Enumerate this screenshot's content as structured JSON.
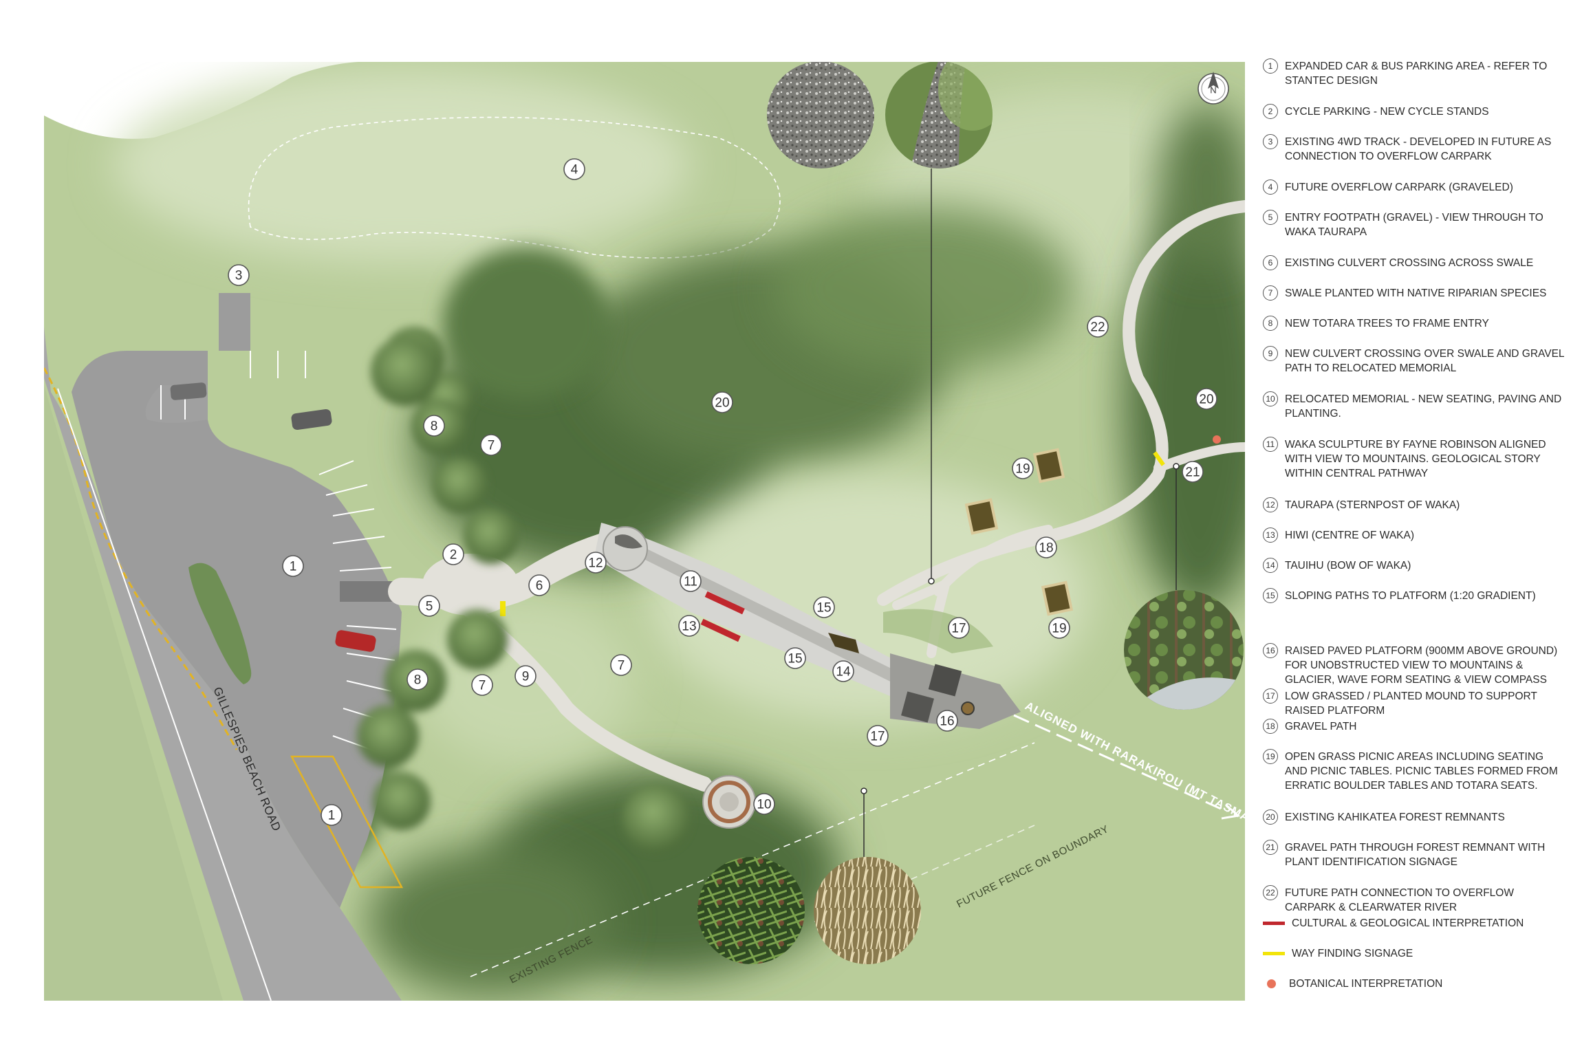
{
  "legend": {
    "items": [
      {
        "num": "1",
        "text": "EXPANDED CAR & BUS PARKING AREA - REFER TO STANTEC DESIGN"
      },
      {
        "num": "2",
        "text": "CYCLE PARKING - NEW CYCLE STANDS"
      },
      {
        "num": "3",
        "text": "EXISTING 4WD TRACK - DEVELOPED IN FUTURE AS CONNECTION TO OVERFLOW CARPARK"
      },
      {
        "num": "4",
        "text": "FUTURE OVERFLOW CARPARK (GRAVELED)"
      },
      {
        "num": "5",
        "text": "ENTRY FOOTPATH (GRAVEL) - VIEW THROUGH TO WAKA TAURAPA"
      },
      {
        "num": "6",
        "text": "EXISTING CULVERT CROSSING ACROSS SWALE"
      },
      {
        "num": "7",
        "text": "SWALE PLANTED WITH NATIVE RIPARIAN SPECIES"
      },
      {
        "num": "8",
        "text": "NEW TOTARA TREES TO FRAME ENTRY"
      },
      {
        "num": "9",
        "text": "NEW  CULVERT CROSSING OVER SWALE  AND GRAVEL PATH TO RELOCATED MEMORIAL"
      },
      {
        "num": "10",
        "text": "RELOCATED MEMORIAL - NEW SEATING, PAVING AND PLANTING."
      },
      {
        "num": "11",
        "text": "WAKA SCULPTURE BY FAYNE ROBINSON ALIGNED WITH VIEW TO MOUNTAINS. GEOLOGICAL STORY WITHIN CENTRAL PATHWAY"
      },
      {
        "num": "12",
        "text": "TAURAPA (STERNPOST OF WAKA)"
      },
      {
        "num": "13",
        "text": "HIWI (CENTRE OF WAKA)"
      },
      {
        "num": "14",
        "text": "TAUIHU (BOW OF WAKA)"
      },
      {
        "num": "15",
        "text": "SLOPING PATHS TO PLATFORM (1:20 GRADIENT)"
      },
      {
        "num": "16",
        "text": "RAISED PAVED PLATFORM (900mm ABOVE GROUND) FOR UNOBSTRUCTED VIEW TO MOUNTAINS & GLACIER, WAVE FORM SEATING & VIEW COMPASS"
      },
      {
        "num": "17",
        "text": "LOW GRASSED / PLANTED MOUND TO SUPPORT RAISED PLATFORM"
      },
      {
        "num": "18",
        "text": "GRAVEL PATH"
      },
      {
        "num": "19",
        "text": "OPEN GRASS PICNIC AREAS INCLUDING SEATING AND PICNIC TABLES. PICNIC TABLES FORMED FROM ERRATIC BOULDER TABLES AND TOTARA SEATS."
      },
      {
        "num": "20",
        "text": "EXISTING KAHIKATEA FOREST REMNANTS"
      },
      {
        "num": "21",
        "text": "GRAVEL PATH THROUGH FOREST REMNANT WITH PLANT IDENTIFICATION SIGNAGE"
      },
      {
        "num": "22",
        "text": "FUTURE PATH CONNECTION TO OVERFLOW CARPARK & CLEARWATER RIVER"
      }
    ],
    "symbols": [
      {
        "kind": "line",
        "color": "#c0272d",
        "text": "CULTURAL & GEOLOGICAL INTERPRETATION"
      },
      {
        "kind": "line",
        "color": "#f2e40a",
        "text": "WAY FINDING SIGNAGE"
      },
      {
        "kind": "dot",
        "color": "#e8735a",
        "text": "BOTANICAL INTERPRETATION"
      }
    ]
  },
  "map": {
    "north_label": "N",
    "road_label": "GILLESPIES BEACH ROAD",
    "existing_fence_label": "EXISTING FENCE",
    "future_fence_label": "FUTURE FENCE ON BOUNDARY",
    "alignment_label": "ALIGNED WITH RARAKIROU (MT TASMAN)",
    "markers": [
      {
        "label": "1",
        "id": "marker-1a"
      },
      {
        "label": "1",
        "id": "marker-1b"
      },
      {
        "label": "2",
        "id": "marker-2"
      },
      {
        "label": "3",
        "id": "marker-3"
      },
      {
        "label": "4",
        "id": "marker-4"
      },
      {
        "label": "5",
        "id": "marker-5"
      },
      {
        "label": "6",
        "id": "marker-6"
      },
      {
        "label": "7",
        "id": "marker-7a"
      },
      {
        "label": "7",
        "id": "marker-7b"
      },
      {
        "label": "7",
        "id": "marker-7c"
      },
      {
        "label": "8",
        "id": "marker-8a"
      },
      {
        "label": "8",
        "id": "marker-8b"
      },
      {
        "label": "9",
        "id": "marker-9"
      },
      {
        "label": "10",
        "id": "marker-10"
      },
      {
        "label": "11",
        "id": "marker-11"
      },
      {
        "label": "12",
        "id": "marker-12"
      },
      {
        "label": "13",
        "id": "marker-13"
      },
      {
        "label": "14",
        "id": "marker-14"
      },
      {
        "label": "15",
        "id": "marker-15a"
      },
      {
        "label": "15",
        "id": "marker-15b"
      },
      {
        "label": "16",
        "id": "marker-16"
      },
      {
        "label": "17",
        "id": "marker-17a"
      },
      {
        "label": "17",
        "id": "marker-17b"
      },
      {
        "label": "18",
        "id": "marker-18"
      },
      {
        "label": "19",
        "id": "marker-19a"
      },
      {
        "label": "19",
        "id": "marker-19b"
      },
      {
        "label": "20",
        "id": "marker-20a"
      },
      {
        "label": "20",
        "id": "marker-20b"
      },
      {
        "label": "21",
        "id": "marker-21"
      },
      {
        "label": "22",
        "id": "marker-22"
      }
    ],
    "colors": {
      "grass": "#b9cd9a",
      "grass_light": "#d3e0bd",
      "forest": "#6f8f55",
      "forest_dark": "#4f6e3c",
      "road": "#a7a7a7",
      "gravel": "#e3e1da",
      "cultural": "#c0272d",
      "wayfinding": "#f2e40a",
      "botanical": "#e8735a"
    }
  }
}
